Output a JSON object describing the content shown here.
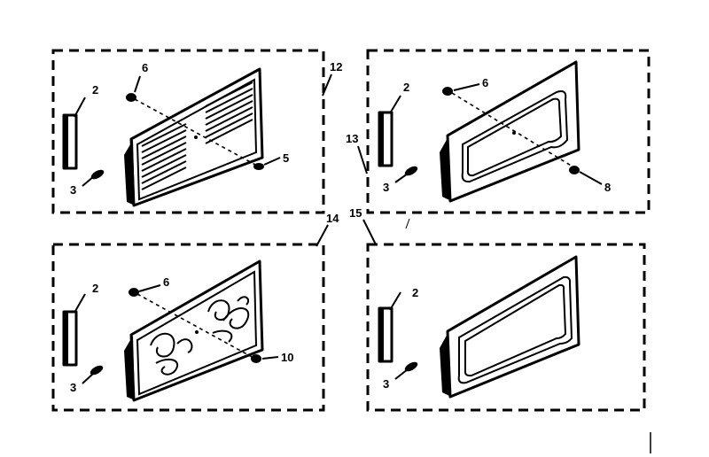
{
  "figure": {
    "callouts": {
      "kit_12": "12",
      "kit_13": "13",
      "kit_14": "14",
      "kit_15": "15",
      "tl_part_2": "2",
      "tl_part_3": "3",
      "tl_part_6": "6",
      "tl_part_5": "5",
      "tr_part_2": "2",
      "tr_part_3": "3",
      "tr_part_6": "6",
      "tr_part_8": "8",
      "bl_part_2": "2",
      "bl_part_3": "3",
      "bl_part_6": "6",
      "bl_part_10": "10",
      "br_part_2": "2",
      "br_part_3": "3"
    }
  }
}
